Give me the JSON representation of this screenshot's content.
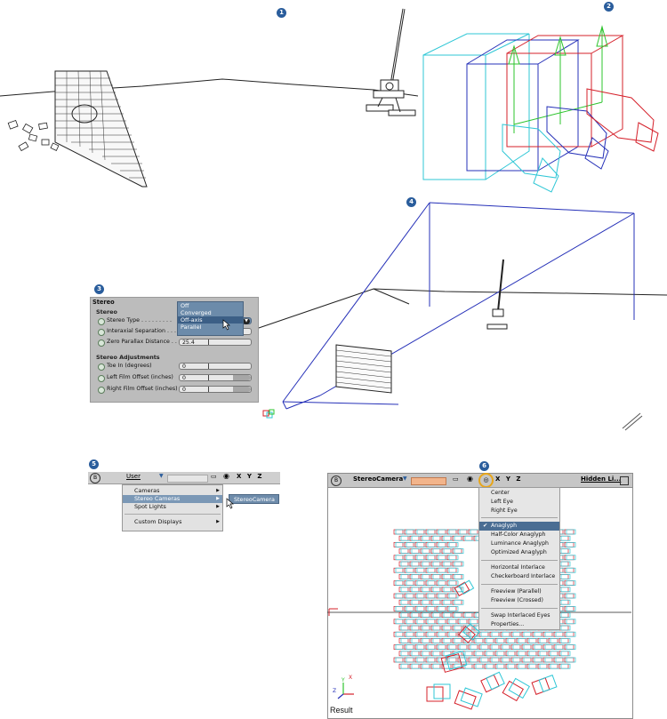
{
  "badges": {
    "b1": "1",
    "b2": "2",
    "b3": "3",
    "b4": "4",
    "b5": "5",
    "b6": "6"
  },
  "stereo_panel": {
    "title": "Stereo",
    "section_stereo": "Stereo",
    "stereo_type_label": "Stereo Type . . . . . . . . .",
    "interaxial_label": "Interaxial Separation . . . .",
    "zero_parallax_label": "Zero Parallax Distance . . .",
    "zero_parallax_value": "25.4",
    "section_adjust": "Stereo Adjustments",
    "toe_in_label": "Toe In (degrees)",
    "toe_in_value": "0",
    "left_film_label": "Left Film Offset (inches)",
    "left_film_value": "0",
    "right_film_label": "Right Film Offset (inches)",
    "right_film_value": "0",
    "dropdown": [
      "Off",
      "Converged",
      "Off-axis",
      "Parallel"
    ]
  },
  "menu5": {
    "camera_button": "User",
    "axes": "X Y Z",
    "items": [
      "Cameras",
      "Stereo Cameras",
      "Spot Lights",
      "Custom Displays"
    ],
    "submenu_item": "StereoCamera"
  },
  "viewport6": {
    "camera_name": "StereoCamera",
    "axes": "X Y Z",
    "hidden_label": "Hidden Li...",
    "menu_items": [
      "Center",
      "Left Eye",
      "Right Eye",
      "Anaglyph",
      "Half-Color Anaglyph",
      "Luminance Anaglyph",
      "Optimized Anaglyph",
      "Horizontal Interlace",
      "Checkerboard Interlace",
      "Freeview (Parallel)",
      "Freeview (Crossed)",
      "Swap Interlaced Eyes",
      "Properties..."
    ],
    "checkmark": "✔",
    "result_label": "Result",
    "axis_x": "X",
    "axis_y": "Y",
    "axis_z": "Z"
  },
  "colors": {
    "badge": "#2a5d9c",
    "cyan": "#2fc7d6",
    "blue": "#2530b8",
    "red": "#d5202a",
    "green": "#2ec42e",
    "menu_highlight": "#4a6d93",
    "highlight_ring": "#e8a61a"
  }
}
